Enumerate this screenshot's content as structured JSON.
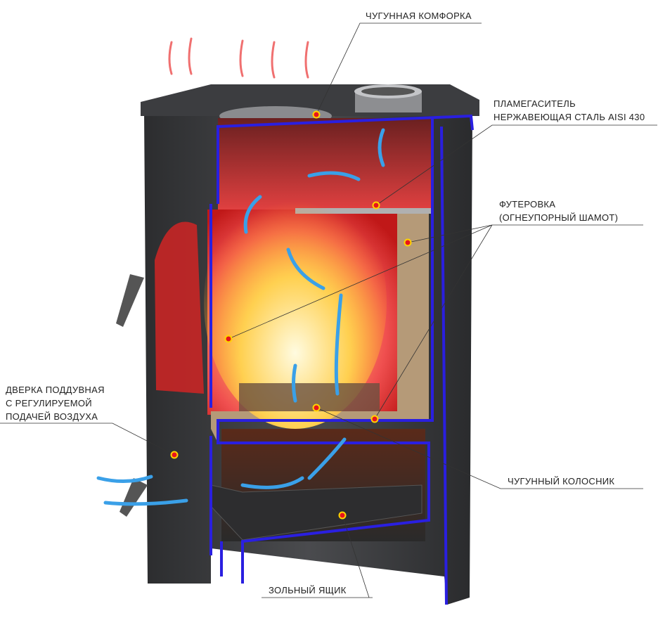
{
  "labels": {
    "cooktop": "ЧУГУННАЯ КОМФОРКА",
    "baffle_line1": "ПЛАМЕГАСИТЕЛЬ",
    "baffle_line2": "НЕРЖАВЕЮЩАЯ СТАЛЬ AISI 430",
    "lining_line1": "ФУТЕРОВКА",
    "lining_line2": "(ОГНЕУПОРНЫЙ ШАМОТ)",
    "ashdoor_line1": "ДВЕРКА ПОДДУВНАЯ",
    "ashdoor_line2": "С РЕГУЛИРУЕМОЙ",
    "ashdoor_line3": "ПОДАЧЕЙ ВОЗДУХА",
    "grate": "ЧУГУННЫЙ КОЛОСНИК",
    "ashbox": "ЗОЛЬНЫЙ ЯЩИК"
  },
  "colors": {
    "outline": "#2a1fe0",
    "body": "#3a3b3d",
    "lining": "#b59a78",
    "dot": "#e8141c",
    "dot_ring": "#ffd400",
    "air_arrow": "#3aa0e8",
    "heat_arrow": "#f07070"
  }
}
